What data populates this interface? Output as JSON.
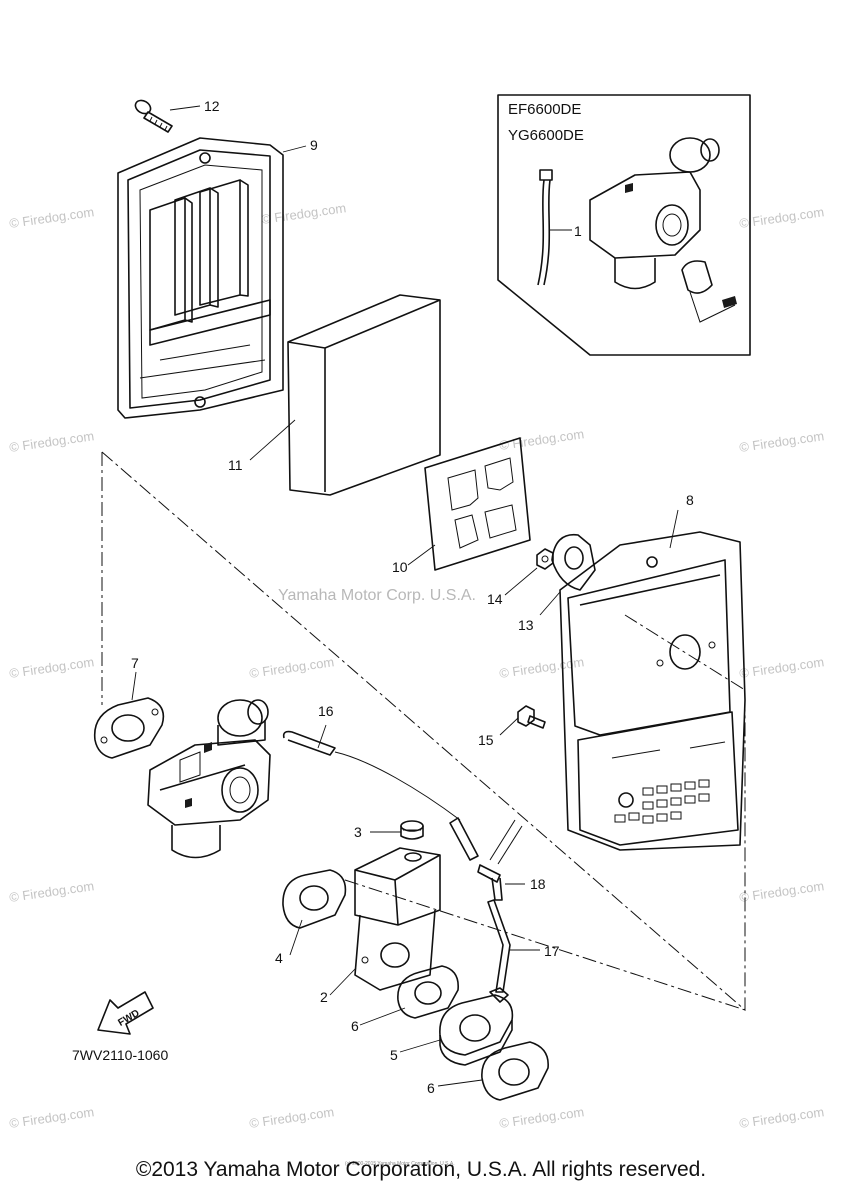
{
  "watermark": {
    "text": "© Firedog.com",
    "center": "Yamaha Motor Corp. U.S.A.",
    "tiny": "(c) 2000-2015 Yamaha Motor Corporation, U.S.A."
  },
  "inset": {
    "models": [
      "EF6600DE",
      "YG6600DE"
    ]
  },
  "labels": {
    "p1": "1",
    "p2": "2",
    "p3": "3",
    "p4": "4",
    "p5": "5",
    "p6a": "6",
    "p6b": "6",
    "p7": "7",
    "p8": "8",
    "p9": "9",
    "p10": "10",
    "p11": "11",
    "p12": "12",
    "p13": "13",
    "p14": "14",
    "p15": "15",
    "p16": "16",
    "p17": "17",
    "p18": "18"
  },
  "arrow_label": "FWD",
  "diagram_code": "7WV2110-1060",
  "footer": {
    "copyright": "©2013 Yamaha Motor Corporation, U.S.A. All rights reserved."
  }
}
